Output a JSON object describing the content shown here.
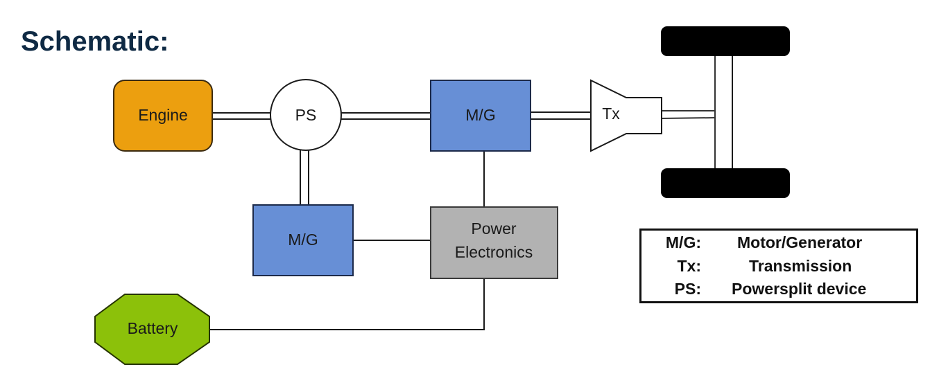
{
  "title": "Schematic:",
  "colors": {
    "engine": "#ec9f0f",
    "motor_generator": "#678fd6",
    "power_electronics": "#b2b2b2",
    "battery": "#8cc10a",
    "title": "#0f2a44",
    "line": "#1a1a1a"
  },
  "components": {
    "engine": "Engine",
    "powersplit": "PS",
    "mg_top": "M/G",
    "mg_bottom": "M/G",
    "power_electronics_line1": "Power",
    "power_electronics_line2": "Electronics",
    "battery": "Battery",
    "transmission": "Tx",
    "wheels": "wheel-axle-icon"
  },
  "connections": [
    {
      "from": "Engine",
      "to": "PS",
      "type": "mechanical"
    },
    {
      "from": "PS",
      "to": "M/G (top)",
      "type": "mechanical"
    },
    {
      "from": "PS",
      "to": "M/G (bottom)",
      "type": "mechanical"
    },
    {
      "from": "M/G (top)",
      "to": "Tx",
      "type": "mechanical"
    },
    {
      "from": "Tx",
      "to": "Axle",
      "type": "mechanical"
    },
    {
      "from": "M/G (top)",
      "to": "Power Electronics",
      "type": "electrical"
    },
    {
      "from": "M/G (bottom)",
      "to": "Power Electronics",
      "type": "electrical"
    },
    {
      "from": "Power Electronics",
      "to": "Battery",
      "type": "electrical"
    }
  ],
  "legend": [
    {
      "abbr": "M/G:",
      "definition": "Motor/Generator"
    },
    {
      "abbr": "Tx:",
      "definition": "Transmission"
    },
    {
      "abbr": "PS:",
      "definition": "Powersplit device"
    }
  ]
}
